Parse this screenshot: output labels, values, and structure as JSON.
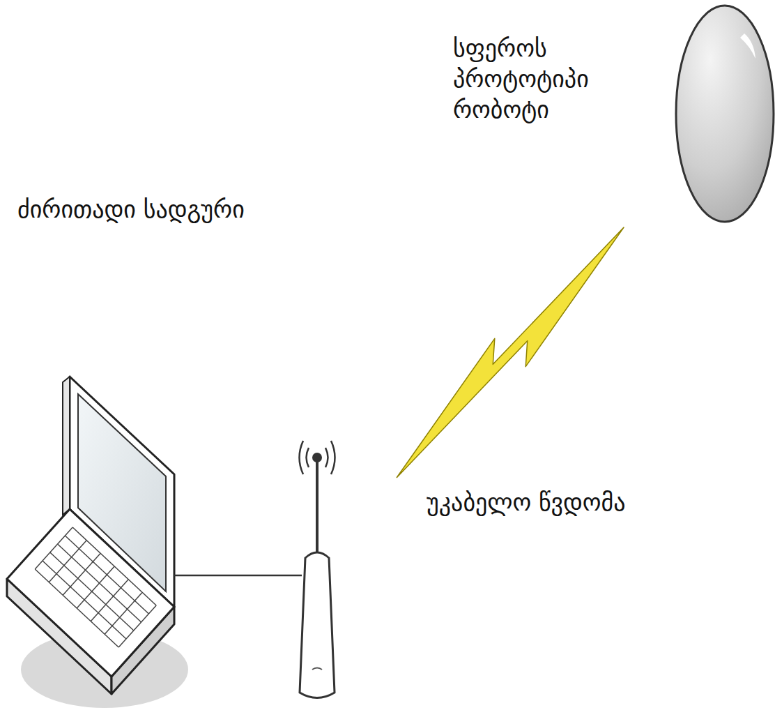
{
  "diagram": {
    "nodes": [
      {
        "text": [
          "სფეროს პროტოტიპი რობოტი"
        ]
      },
      {
        "text": [
          "ძირითადი სადგური"
        ]
      }
    ],
    "edges": [
      {
        "from": 1,
        "to": 0,
        "label": "უკაბელო წვდომა",
        "arrow": "none"
      }
    ]
  }
}
